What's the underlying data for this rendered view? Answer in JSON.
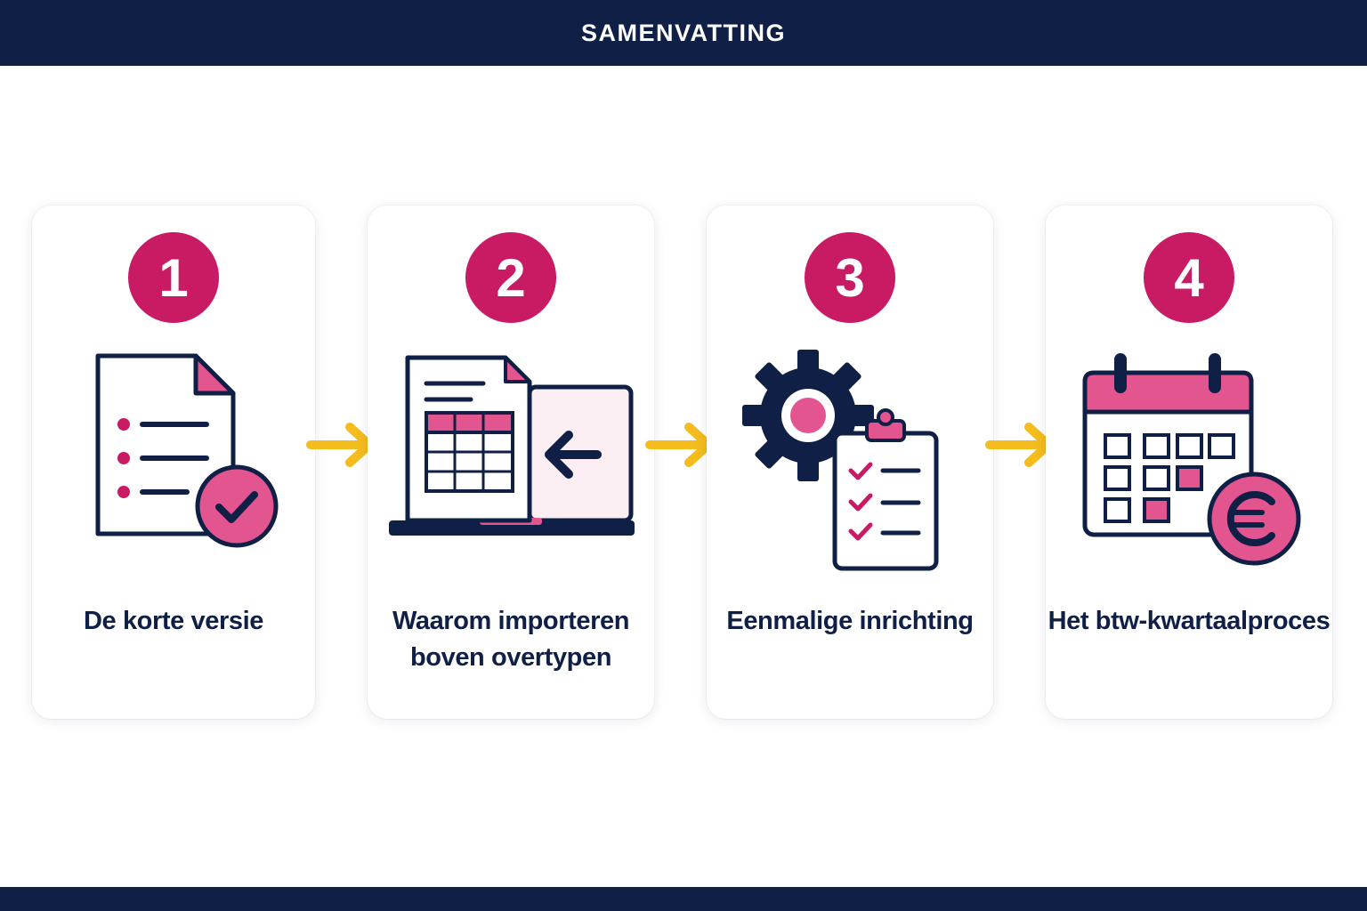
{
  "header": {
    "title": "SAMENVATTING"
  },
  "steps": [
    {
      "number": "1",
      "label": "De korte versie",
      "icon": "document-check-icon"
    },
    {
      "number": "2",
      "label": "Waarom importeren boven overtypen",
      "icon": "spreadsheet-import-laptop-icon"
    },
    {
      "number": "3",
      "label": "Eenmalige inrichting",
      "icon": "gear-checklist-icon"
    },
    {
      "number": "4",
      "label": "Het btw-kwartaalproces",
      "icon": "calendar-euro-icon"
    }
  ],
  "colors": {
    "navy": "#0f1f45",
    "accent": "#c91a64",
    "accent_light": "#e2558f",
    "arrow": "#f4bc1c"
  }
}
